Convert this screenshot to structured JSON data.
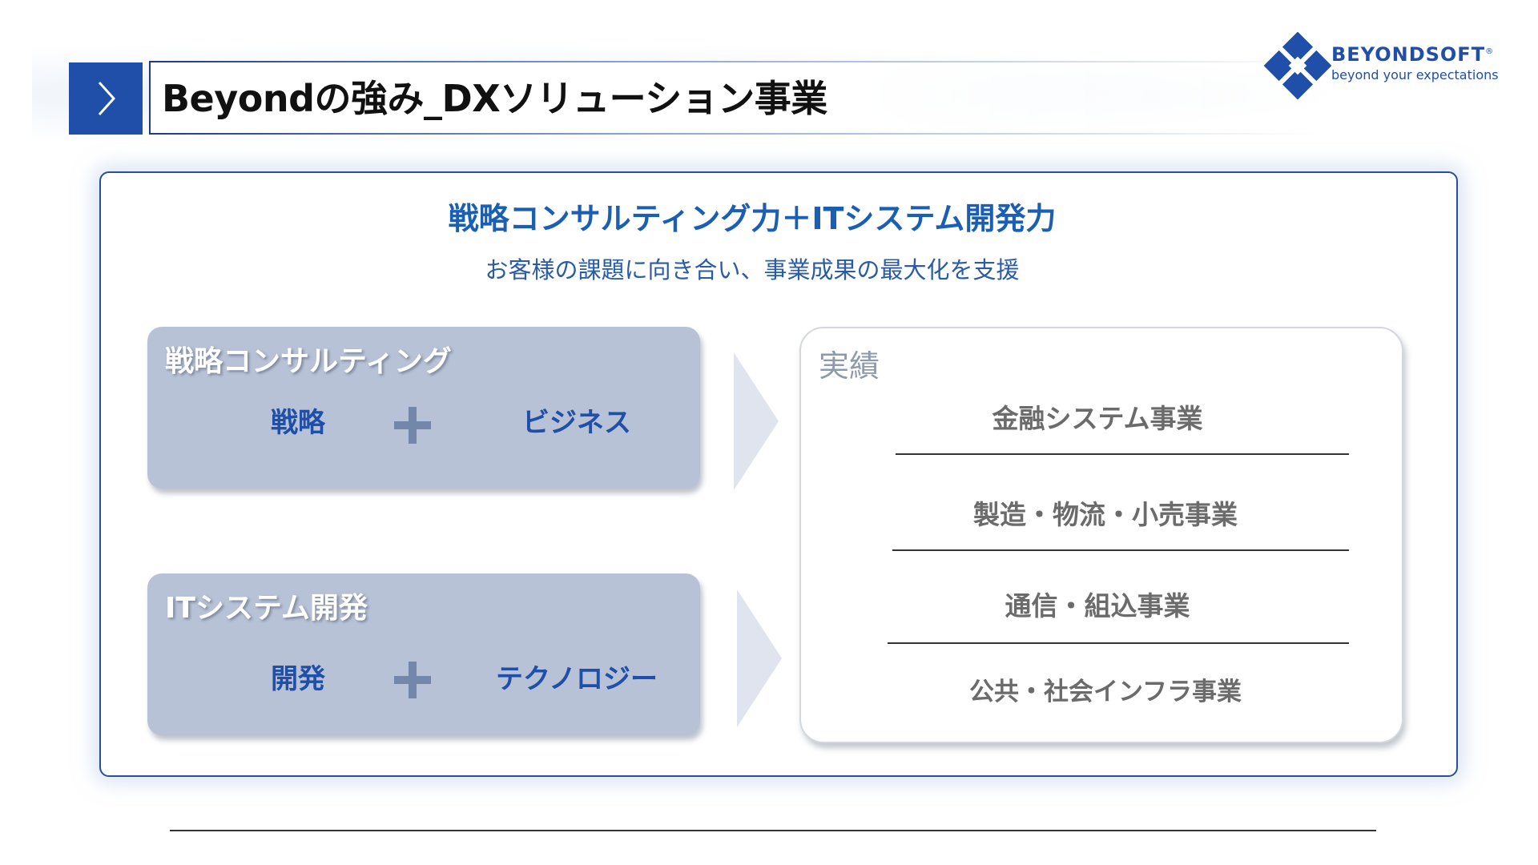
{
  "header": {
    "title": "Beyondの強み_DXソリューション事業",
    "accent_color": "#1f4fa8"
  },
  "logo": {
    "name": "BEYONDSOFT",
    "registered": "®",
    "tagline": "beyond your expectations"
  },
  "panel": {
    "headline": "戦略コンサルティング力＋ITシステム開発力",
    "subheadline": "お客様の課題に向き合い、事業成果の最大化を支援",
    "capabilities": [
      {
        "title": "戦略コンサルティング",
        "left": "戦略",
        "right": "ビジネス"
      },
      {
        "title": "ITシステム開発",
        "left": "開発",
        "right": "テクノロジー"
      }
    ],
    "results": {
      "title": "実績",
      "items": [
        "金融システム事業",
        "製造・物流・小売事業",
        "通信・組込事業",
        "公共・社会インフラ事業"
      ]
    }
  },
  "colors": {
    "headline": "#1a5fb4",
    "capability_box": "#b7c2d7",
    "panel_border": "#2a4f97"
  }
}
